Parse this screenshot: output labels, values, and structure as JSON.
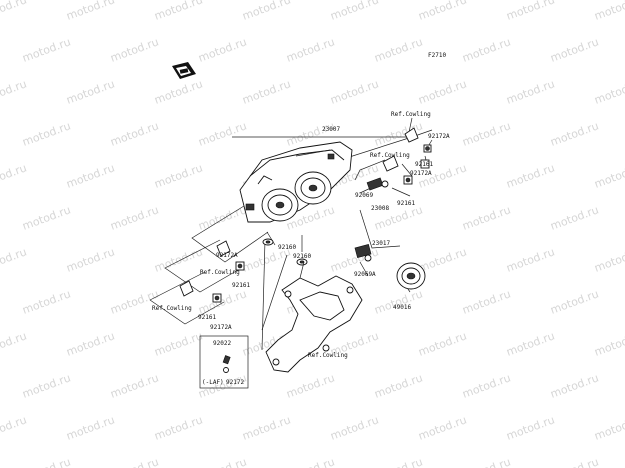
{
  "watermark": {
    "text": "motod.ru"
  },
  "diagram": {
    "code": "F2710",
    "labels": {
      "headlight_assy": "23007",
      "ref_cowling_upper_right": "Ref.Cowling",
      "ref_cowling_mid_right": "Ref.Cowling",
      "ref_cowling_left": "Ref.Cowling",
      "ref_cowling_lower_left": "Ref.Cowling",
      "ref_cowling_bottom": "Ref.Cowling",
      "bolt_upper_right": "92172A",
      "washer_upper_right": "92161",
      "bolt_mid_right": "92172A",
      "washer_mid_right": "92161",
      "grommet_upper": "92069",
      "socket_upper": "23008",
      "damper_center": "92160",
      "damper_center2": "92160",
      "bolt_left": "92172A",
      "washer_left": "92161",
      "washer_lower_left": "92161",
      "bolt_lower_left": "92172A",
      "socket_lower": "23017",
      "grommet_lower": "92069A",
      "cap": "49016",
      "clamp": "92022",
      "bolt_clamp": "92172",
      "note": "(-LAF)"
    }
  }
}
